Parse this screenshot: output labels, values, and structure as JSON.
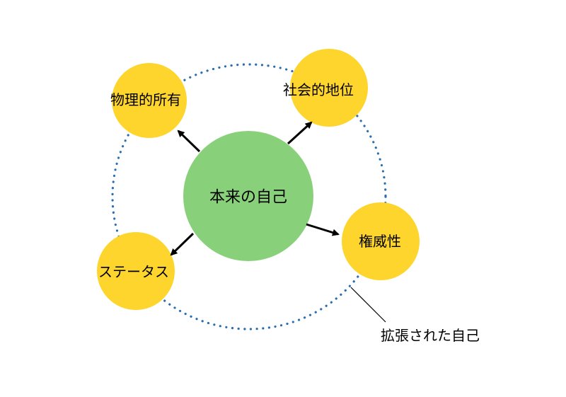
{
  "colors": {
    "core_fill": "#88d17a",
    "satellite_fill": "#fdd52c",
    "dotted_ring": "#2a6eb0",
    "arrow": "#000000"
  },
  "core": {
    "label": "本来の自己"
  },
  "satellites": [
    {
      "id": "physical-possessions",
      "label": "物理的所有"
    },
    {
      "id": "social-position",
      "label": "社会的地位"
    },
    {
      "id": "authority",
      "label": "権威性"
    },
    {
      "id": "status",
      "label": "ステータス"
    }
  ],
  "extended_self": {
    "label": "拡張された自己"
  }
}
